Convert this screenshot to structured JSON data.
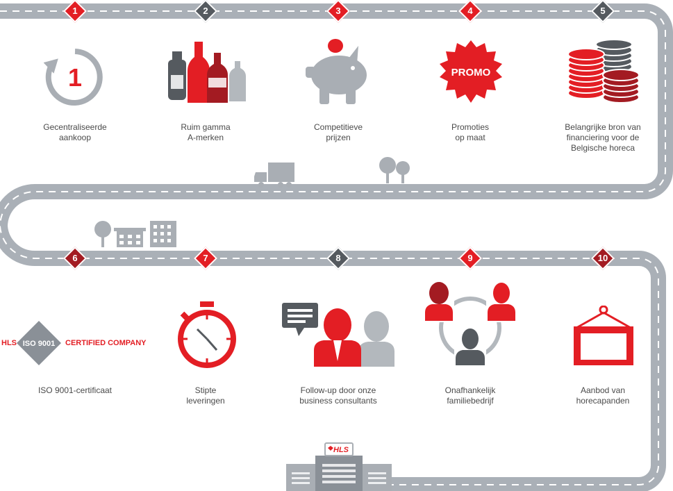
{
  "colors": {
    "road": "#aab0b7",
    "road_line": "#ffffff",
    "red": "#e31e24",
    "dark_red": "#a31b22",
    "grey_dark": "#555a5f",
    "grey_icon": "#8a9097",
    "grey_light": "#b3b8bd"
  },
  "steps": [
    {
      "number": "1",
      "marker_color": "red",
      "icon": "refresh-one-icon",
      "lines": [
        "Gecentraliseerde",
        "aankoop"
      ]
    },
    {
      "number": "2",
      "marker_color": "dark_grey",
      "icon": "bottles-icon",
      "lines": [
        "Ruim gamma",
        "A-merken"
      ]
    },
    {
      "number": "3",
      "marker_color": "red",
      "icon": "piggy-bank-icon",
      "lines": [
        "Competitieve",
        "prijzen"
      ]
    },
    {
      "number": "4",
      "marker_color": "red",
      "icon": "promo-badge-icon",
      "lines": [
        "Promoties",
        "op maat"
      ]
    },
    {
      "number": "5",
      "marker_color": "dark_grey",
      "icon": "coin-stacks-icon",
      "lines": [
        "Belangrijke bron van",
        "financiering voor de",
        "Belgische horeca"
      ]
    },
    {
      "number": "6",
      "marker_color": "dark_red",
      "icon": "iso-badge-icon",
      "lines": [
        "ISO 9001-certificaat"
      ]
    },
    {
      "number": "7",
      "marker_color": "red",
      "icon": "stopwatch-icon",
      "lines": [
        "Stipte",
        "leveringen"
      ]
    },
    {
      "number": "8",
      "marker_color": "dark_grey",
      "icon": "consultants-icon",
      "lines": [
        "Follow-up door onze",
        "business consultants"
      ]
    },
    {
      "number": "9",
      "marker_color": "red",
      "icon": "family-network-icon",
      "lines": [
        "Onafhankelijk",
        "familiebedrijf"
      ]
    },
    {
      "number": "10",
      "marker_color": "dark_red",
      "icon": "sign-frame-icon",
      "lines": [
        "Aanbod van",
        "horecapanden"
      ]
    }
  ],
  "promo_text": "PROMO",
  "step1_digit": "1",
  "iso": {
    "left_text": "HLS",
    "center_text": "ISO 9001",
    "right_text": "CERTIFIED COMPANY"
  },
  "warehouse_logo": "HLS"
}
